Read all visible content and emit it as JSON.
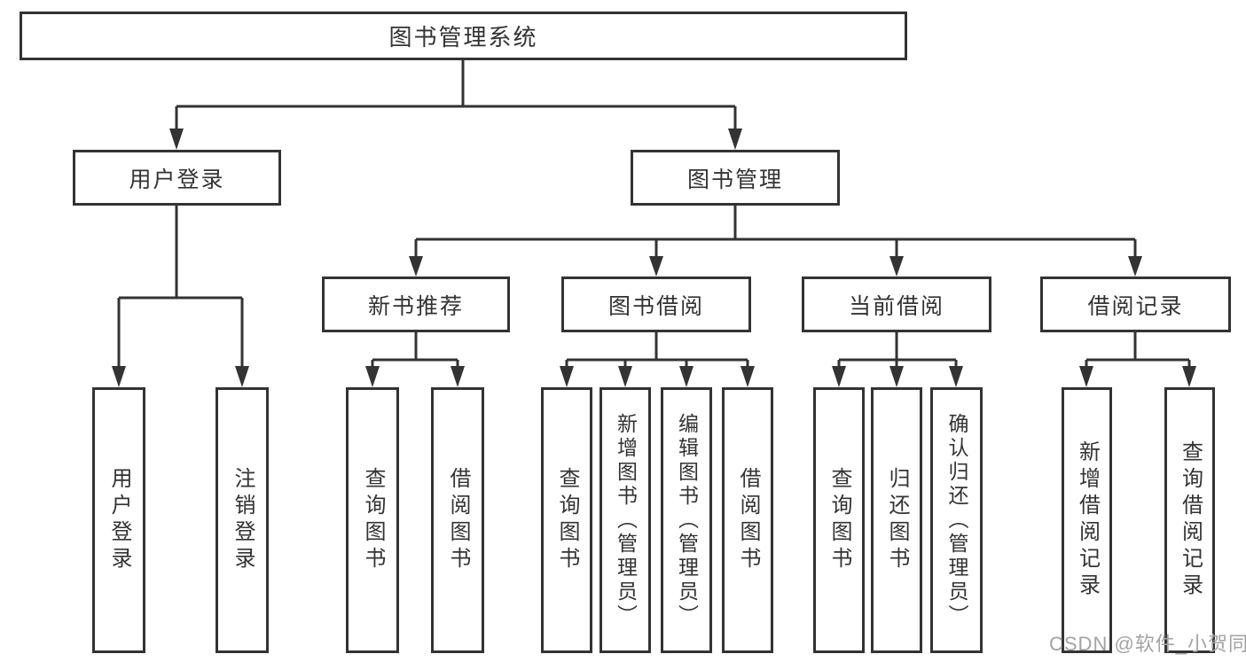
{
  "diagram": {
    "root": {
      "label": "图书管理系统"
    },
    "level2": [
      {
        "label": "用户登录"
      },
      {
        "label": "图书管理"
      }
    ],
    "level3": [
      {
        "label": "新书推荐"
      },
      {
        "label": "图书借阅"
      },
      {
        "label": "当前借阅"
      },
      {
        "label": "借阅记录"
      }
    ],
    "leaves": [
      {
        "label": "用户登录"
      },
      {
        "label": "注销登录"
      },
      {
        "label": "查询图书"
      },
      {
        "label": "借阅图书"
      },
      {
        "label": "查询图书"
      },
      {
        "label": "新增图书（管理员）"
      },
      {
        "label": "编辑图书（管理员）"
      },
      {
        "label": "借阅图书"
      },
      {
        "label": "查询图书"
      },
      {
        "label": "归还图书"
      },
      {
        "label": "确认归还（管理员）"
      },
      {
        "label": "新增借阅记录"
      },
      {
        "label": "查询借阅记录"
      }
    ]
  },
  "watermark": {
    "text": "CSDN @软件_小贺同学"
  },
  "colors": {
    "line": "#333333",
    "text": "#333333",
    "box_background": "#ffffff",
    "watermark": "#a3a3a3",
    "page_background": "#ffffff"
  }
}
